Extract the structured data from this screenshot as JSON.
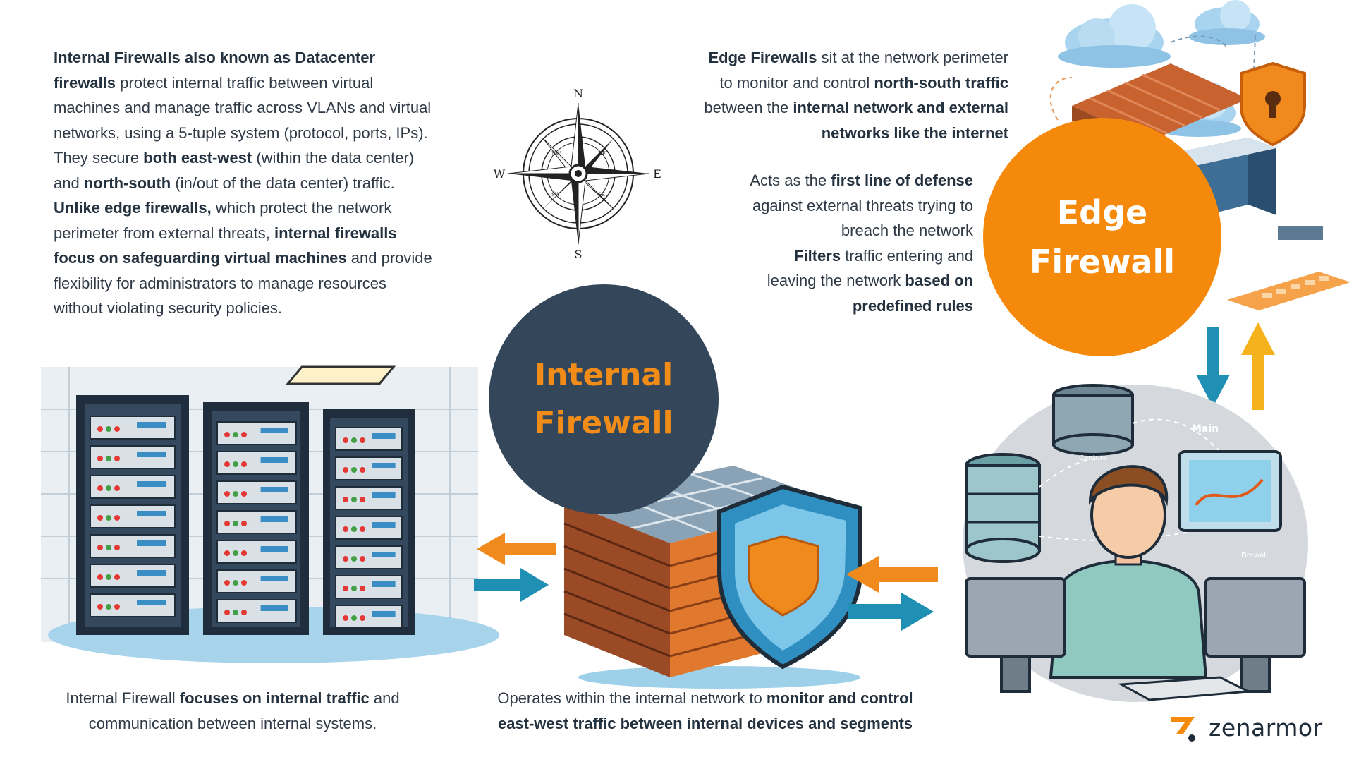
{
  "left_text": {
    "lines": [
      [
        {
          "t": "Internal Firewalls also known as Datacenter",
          "b": true
        }
      ],
      [
        {
          "t": "firewalls",
          "b": true
        },
        {
          "t": " protect internal traffic between virtual",
          "b": false
        }
      ],
      [
        {
          "t": "machines and manage traffic across VLANs and virtual",
          "b": false
        }
      ],
      [
        {
          "t": "networks, using a 5-tuple system (protocol, ports, IPs).",
          "b": false
        }
      ],
      [
        {
          "t": "They secure ",
          "b": false
        },
        {
          "t": "both east-west",
          "b": true
        },
        {
          "t": " (within the data center)",
          "b": false
        }
      ],
      [
        {
          "t": "and ",
          "b": false
        },
        {
          "t": "north-south",
          "b": true
        },
        {
          "t": " (in/out of the data center) traffic.",
          "b": false
        }
      ],
      [
        {
          "t": "Unlike edge firewalls,",
          "b": true
        },
        {
          "t": " which protect the network",
          "b": false
        }
      ],
      [
        {
          "t": "perimeter from external threats, ",
          "b": false
        },
        {
          "t": "internal firewalls",
          "b": true
        }
      ],
      [
        {
          "t": "focus on safeguarding virtual machines",
          "b": true
        },
        {
          "t": " and provide",
          "b": false
        }
      ],
      [
        {
          "t": "flexibility for administrators to manage resources",
          "b": false
        }
      ],
      [
        {
          "t": "without violating security policies.",
          "b": false
        }
      ]
    ]
  },
  "edge_text_1": {
    "lines": [
      [
        {
          "t": "Edge Firewalls",
          "b": true
        },
        {
          "t": " sit at the network perimeter",
          "b": false
        }
      ],
      [
        {
          "t": "to monitor and control ",
          "b": false
        },
        {
          "t": "north-south traffic",
          "b": true
        }
      ],
      [
        {
          "t": "between the ",
          "b": false
        },
        {
          "t": "internal network and external",
          "b": true
        }
      ],
      [
        {
          "t": "networks like the internet",
          "b": true
        }
      ]
    ]
  },
  "edge_text_2": {
    "lines": [
      [
        {
          "t": "Acts as the ",
          "b": false
        },
        {
          "t": "first line of defense",
          "b": true
        }
      ],
      [
        {
          "t": "against external threats trying to",
          "b": false
        }
      ],
      [
        {
          "t": "breach the network",
          "b": false
        }
      ],
      [
        {
          "t": "Filters",
          "b": true
        },
        {
          "t": " traffic entering and",
          "b": false
        }
      ],
      [
        {
          "t": "leaving the network ",
          "b": false
        },
        {
          "t": "based on",
          "b": true
        }
      ],
      [
        {
          "t": "predefined rules",
          "b": true
        }
      ]
    ]
  },
  "bottom_left_text": {
    "lines": [
      [
        {
          "t": "Internal Firewall ",
          "b": false
        },
        {
          "t": "focuses on internal traffic",
          "b": true
        },
        {
          "t": " and",
          "b": false
        }
      ],
      [
        {
          "t": "communication between internal systems.",
          "b": false
        }
      ]
    ]
  },
  "bottom_mid_text": {
    "lines": [
      [
        {
          "t": "Operates within the internal network to ",
          "b": false
        },
        {
          "t": "monitor and control",
          "b": true
        }
      ],
      [
        {
          "t": "east-west traffic between internal devices and segments",
          "b": true
        }
      ]
    ]
  },
  "internal_circle": {
    "line1": "Internal",
    "line2": "Firewall"
  },
  "edge_circle": {
    "line1": "Edge",
    "line2": "Firewall"
  },
  "compass": {
    "n": "N",
    "s": "S",
    "e": "E",
    "w": "W",
    "ne": "NE",
    "nw": "NW",
    "se": "SE",
    "sw": "SW"
  },
  "illustration_labels": {
    "main": "Main",
    "centure": "Centure",
    "firewall": "Firewall"
  },
  "logo": {
    "text": "zenarmor"
  },
  "colors": {
    "navy": "#34475a",
    "orange": "#f5890b",
    "orange_arrow": "#f08a1c",
    "teal_arrow": "#1f8fb3",
    "yellow_arrow": "#f5b21c",
    "text": "#2f3a46"
  }
}
